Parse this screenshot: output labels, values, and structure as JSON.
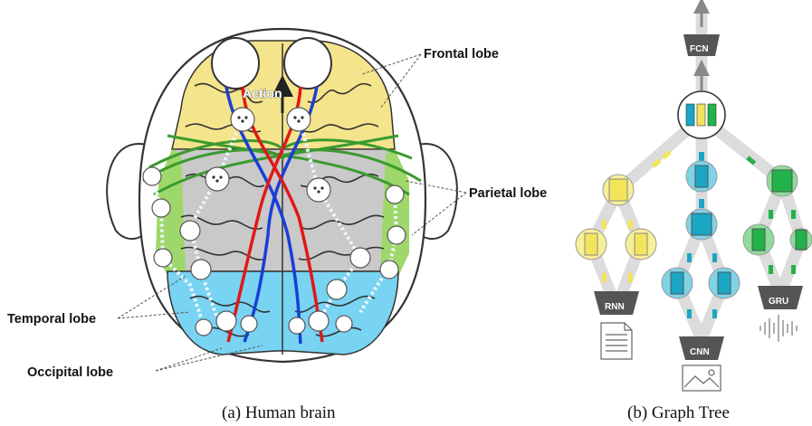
{
  "panel_a": {
    "caption": "(a) Human brain",
    "labels": {
      "frontal": "Frontal lobe",
      "parietal": "Parietal lobe",
      "temporal": "Temporal lobe",
      "occipital": "Occipital lobe",
      "action": "Action"
    },
    "colors": {
      "frontal": "#f4e48c",
      "parietal": "#9fd86a",
      "occipital": "#79d3f2",
      "cortex": "#c9c9c9"
    }
  },
  "panel_b": {
    "caption": "(b) Graph Tree",
    "blocks": {
      "top": "FCN",
      "left": "RNN",
      "middle": "CNN",
      "right": "GRU"
    },
    "icons": {
      "left": "document-icon",
      "middle": "image-icon",
      "right": "audio-wave-icon"
    },
    "colors": {
      "rnn": "#f3e55a",
      "cnn": "#1aa6c4",
      "gru": "#22b24a",
      "block": "#555555",
      "edge": "#dcdcdc"
    }
  }
}
